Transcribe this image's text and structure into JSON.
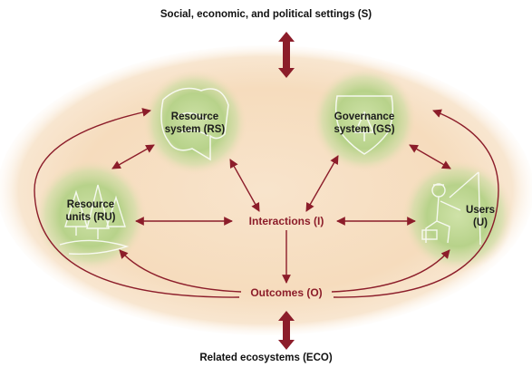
{
  "settings_label": "Social, economic, and political settings (S)",
  "ecosystems_label": "Related ecosystems (ECO)",
  "nodes": {
    "resource_system": [
      "Resource",
      "system (RS)"
    ],
    "governance_system": [
      "Governance",
      "system (GS)"
    ],
    "resource_units": [
      "Resource",
      "units (RU)"
    ],
    "users": [
      "Users",
      "(U)"
    ]
  },
  "interactions_label": "Interactions (I)",
  "outcomes_label": "Outcomes (O)",
  "colors": {
    "ellipse_fill": "#f6dcbd",
    "node_glow": "#b7d28a",
    "arrow": "#8c1d2a",
    "label_red": "#8c1d2a",
    "node_text": "#1b1b1b"
  },
  "icons": {
    "resource_system": "landscape-map-icon",
    "governance_system": "shield-badge-icon",
    "resource_units": "pine-trees-icon",
    "users": "fisherman-icon"
  }
}
